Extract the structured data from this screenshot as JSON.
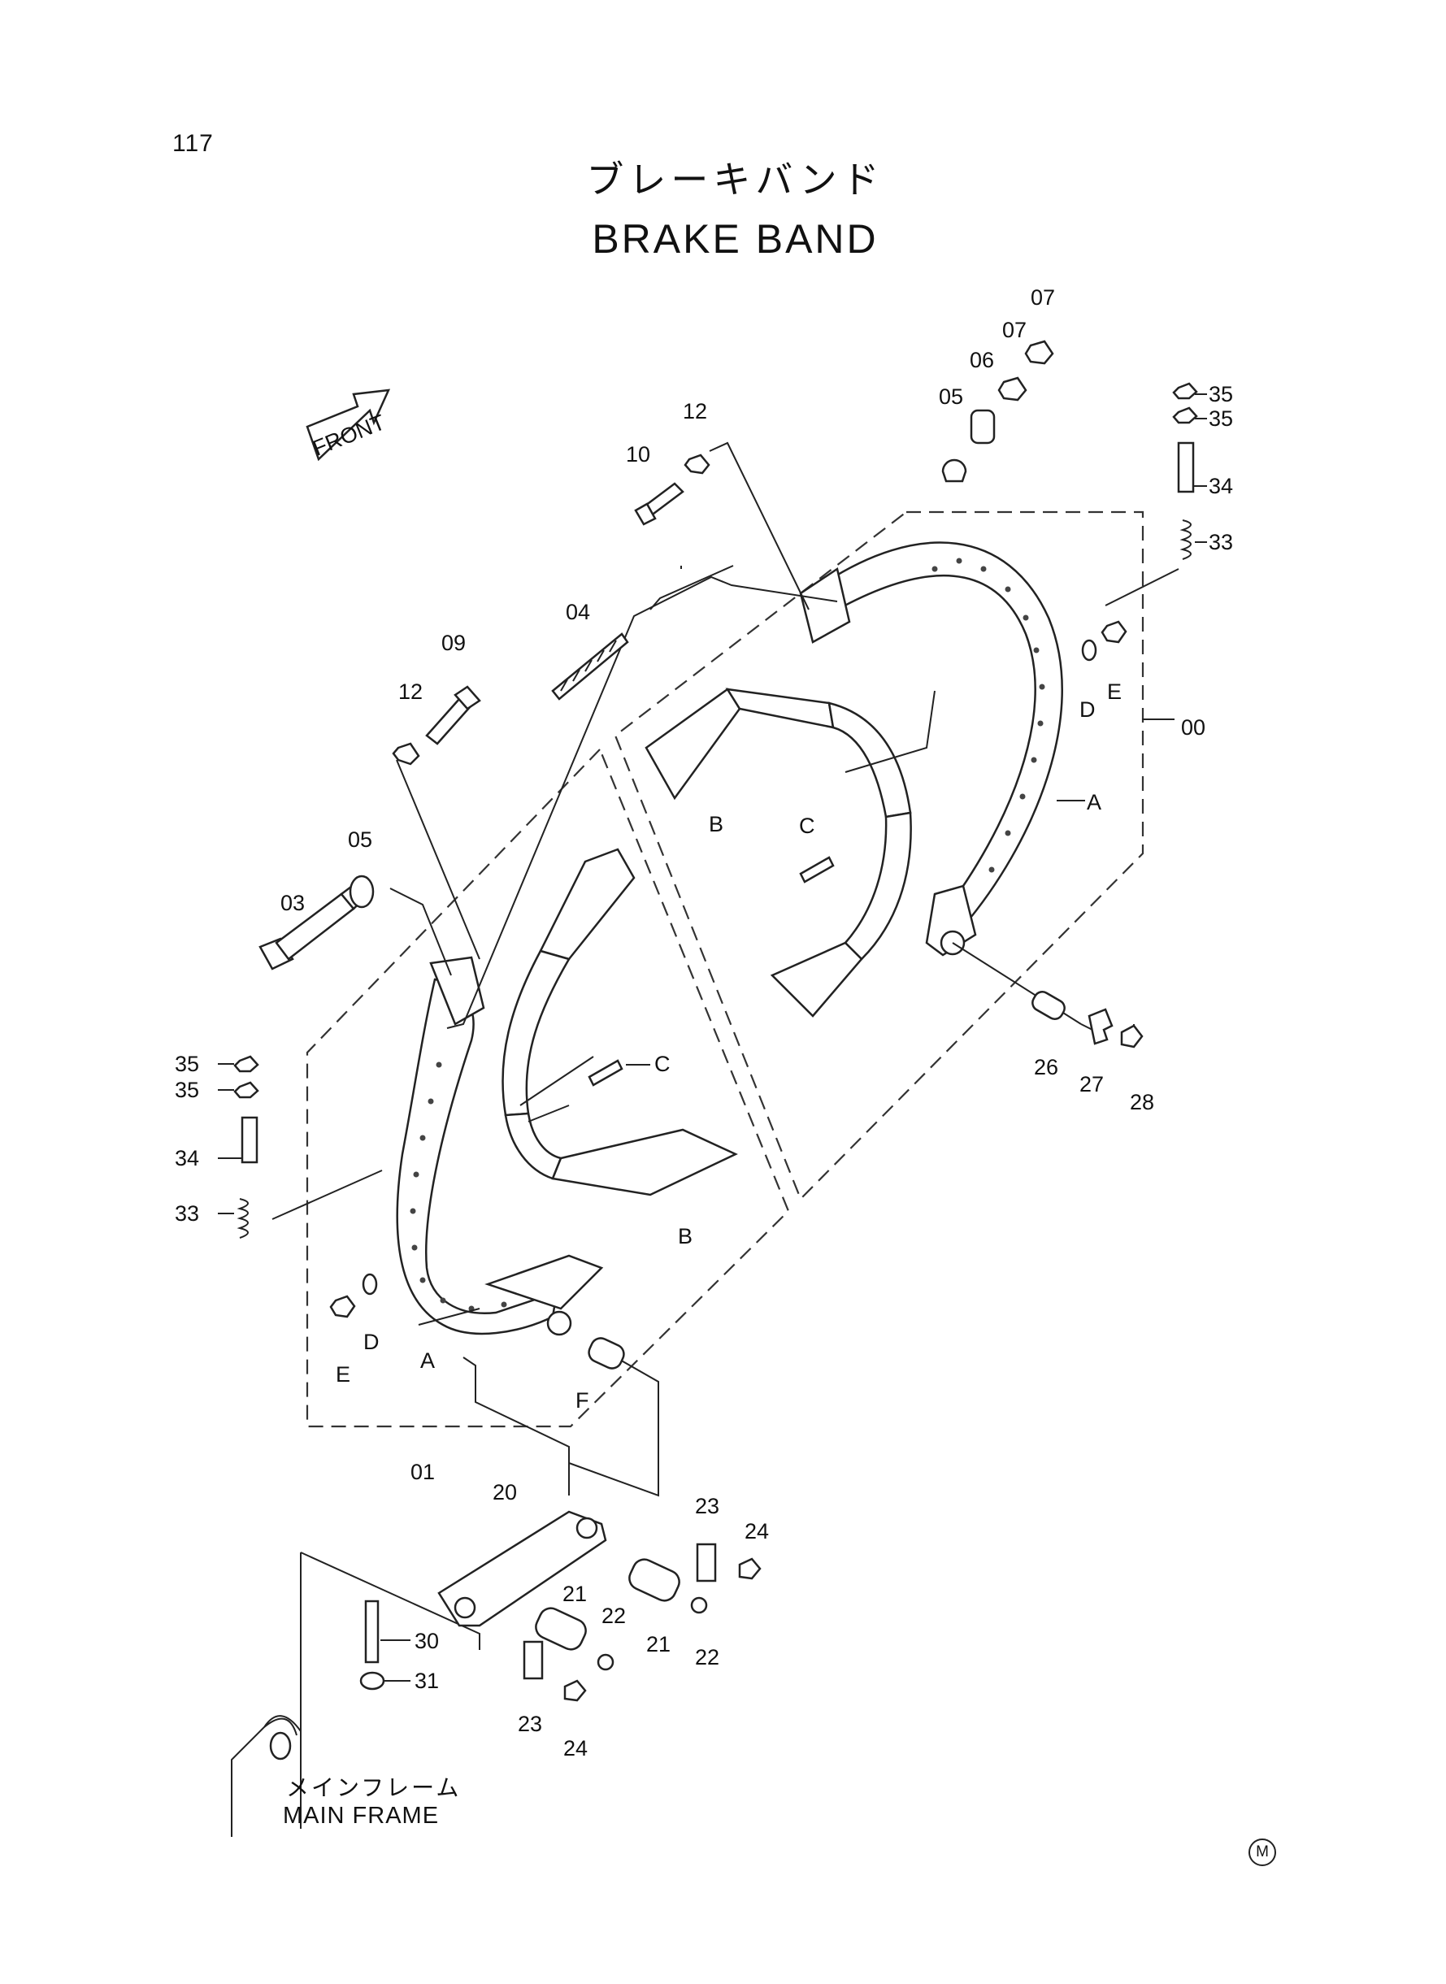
{
  "page_number": "117",
  "title_jp": "ブレーキバンド",
  "title_en": "BRAKE BAND",
  "front_label": "FRONT",
  "frame_label_jp": "メインフレーム",
  "frame_label_en": "MAIN FRAME",
  "maker_mark": "M",
  "callouts": {
    "c07a": "07",
    "c07b": "07",
    "c06": "06",
    "c05a": "05",
    "c12a": "12",
    "c10": "10",
    "c35a": "35",
    "c35b": "35",
    "c34a": "34",
    "c33a": "33",
    "c04": "04",
    "c09": "09",
    "c12b": "12",
    "c05b": "05",
    "c03": "03",
    "c00": "00",
    "cDa": "D",
    "cEa": "E",
    "cAa": "A",
    "cBa": "B",
    "cCa": "C",
    "c26": "26",
    "c27": "27",
    "c28": "28",
    "c35c": "35",
    "c35d": "35",
    "c34b": "34",
    "c33b": "33",
    "cCb": "C",
    "cBb": "B",
    "cEb": "E",
    "cDb": "D",
    "cAb": "A",
    "cF": "F",
    "c01": "01",
    "c20": "20",
    "c23a": "23",
    "c24a": "24",
    "c21a": "21",
    "c22a": "22",
    "c21b": "21",
    "c22b": "22",
    "c30": "30",
    "c31": "31",
    "c23b": "23",
    "c24b": "24"
  },
  "colors": {
    "ink": "#222222",
    "paper": "#ffffff"
  }
}
